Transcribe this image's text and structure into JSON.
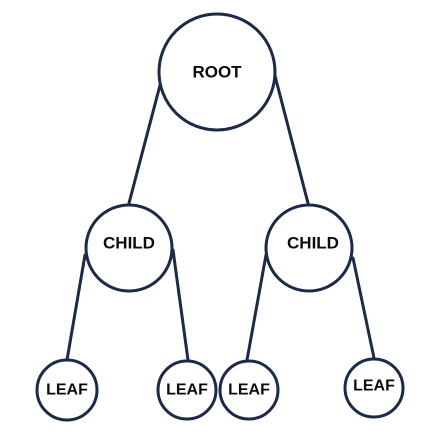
{
  "tree": {
    "root": {
      "label": "ROOT"
    },
    "children": [
      {
        "label": "CHILD",
        "leaves": [
          {
            "label": "LEAF"
          },
          {
            "label": "LEAF"
          }
        ]
      },
      {
        "label": "CHILD",
        "leaves": [
          {
            "label": "LEAF"
          },
          {
            "label": "LEAF"
          }
        ]
      }
    ]
  },
  "colors": {
    "stroke": "#1b2a4a",
    "fill": "#ffffff",
    "text": "#0b0b0b"
  }
}
